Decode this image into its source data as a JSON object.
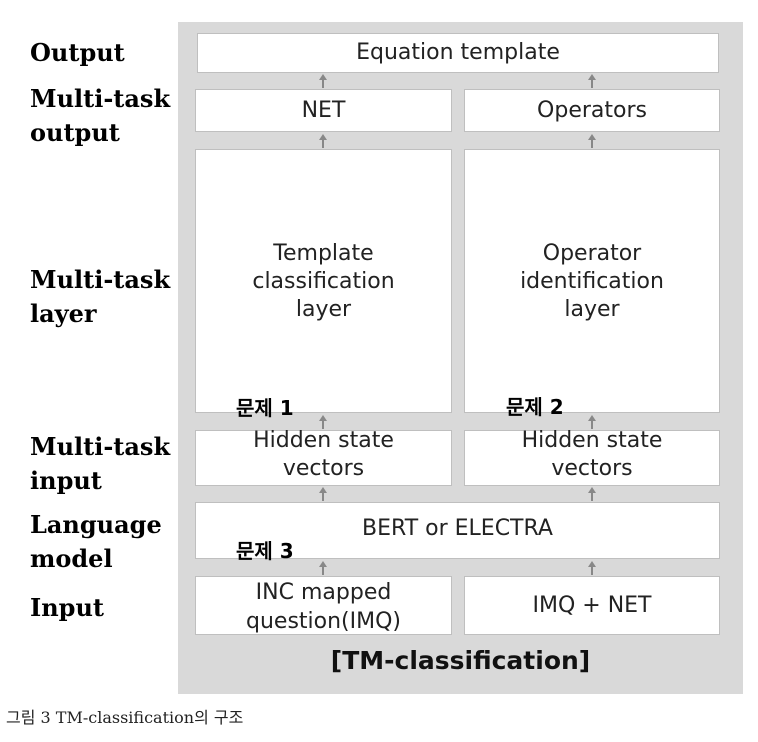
{
  "labels": {
    "output": "Output",
    "multi_output": "Multi-task\noutput",
    "multi_layer": "Multi-task\nlayer",
    "multi_input": "Multi-task\ninput",
    "language_model": "Language\nmodel",
    "input": "Input"
  },
  "boxes": {
    "equation_template": "Equation template",
    "net": "NET",
    "operators": "Operators",
    "template_layer": "Template\nclassification\nlayer",
    "operator_layer": "Operator\nidentification\nlayer",
    "hidden_left": "Hidden state\nvectors",
    "hidden_right": "Hidden state\nvectors",
    "language_model": "BERT or ELECTRA",
    "input_left": "INC mapped\nquestion(IMQ)",
    "input_right": "IMQ + NET"
  },
  "problems": {
    "p1": "문제 1",
    "p2": "문제 2",
    "p3": "문제 3"
  },
  "panel_title": "[TM-classification]",
  "caption": "그림 3 TM-classification의 구조"
}
